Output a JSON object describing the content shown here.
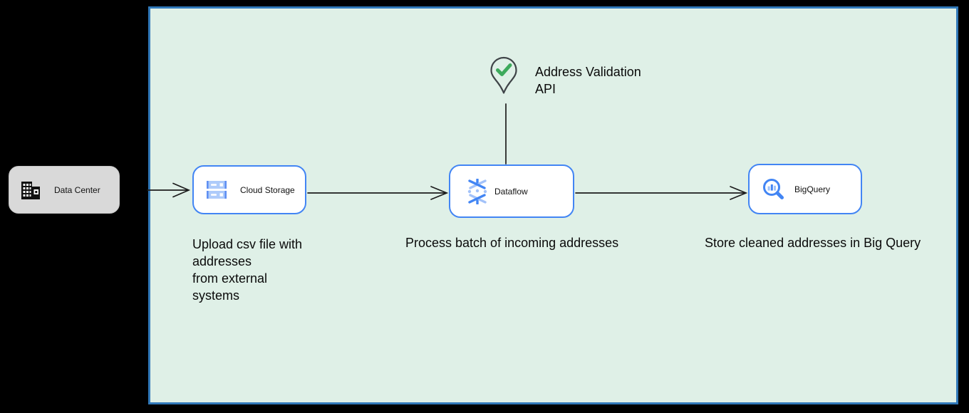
{
  "colors": {
    "canvas_background": "#000000",
    "container_fill": "#dff0e7",
    "container_border": "#3179b9",
    "service_node_border": "#4285f4",
    "service_node_fill": "#ffffff",
    "data_center_fill": "#d9d9d9",
    "connector_stroke": "#1c1c1c",
    "pin_outline": "#3f4448",
    "check_green": "#3daa5c",
    "icon_blue_dark": "#4285f4",
    "icon_blue_light": "#aecbfa"
  },
  "nodes": {
    "data_center": {
      "label": "Data Center",
      "icon": "building-icon"
    },
    "cloud_storage": {
      "label": "Cloud Storage",
      "icon": "cloud-storage-icon"
    },
    "dataflow": {
      "label": "Dataflow",
      "icon": "dataflow-icon"
    },
    "bigquery": {
      "label": "BigQuery",
      "icon": "bigquery-icon"
    }
  },
  "annotations": {
    "address_validation": "Address Validation\nAPI",
    "upload": "Upload csv file with\naddresses\nfrom external\nsystems",
    "process": "Process batch of incoming addresses",
    "store": "Store cleaned addresses in Big Query"
  }
}
